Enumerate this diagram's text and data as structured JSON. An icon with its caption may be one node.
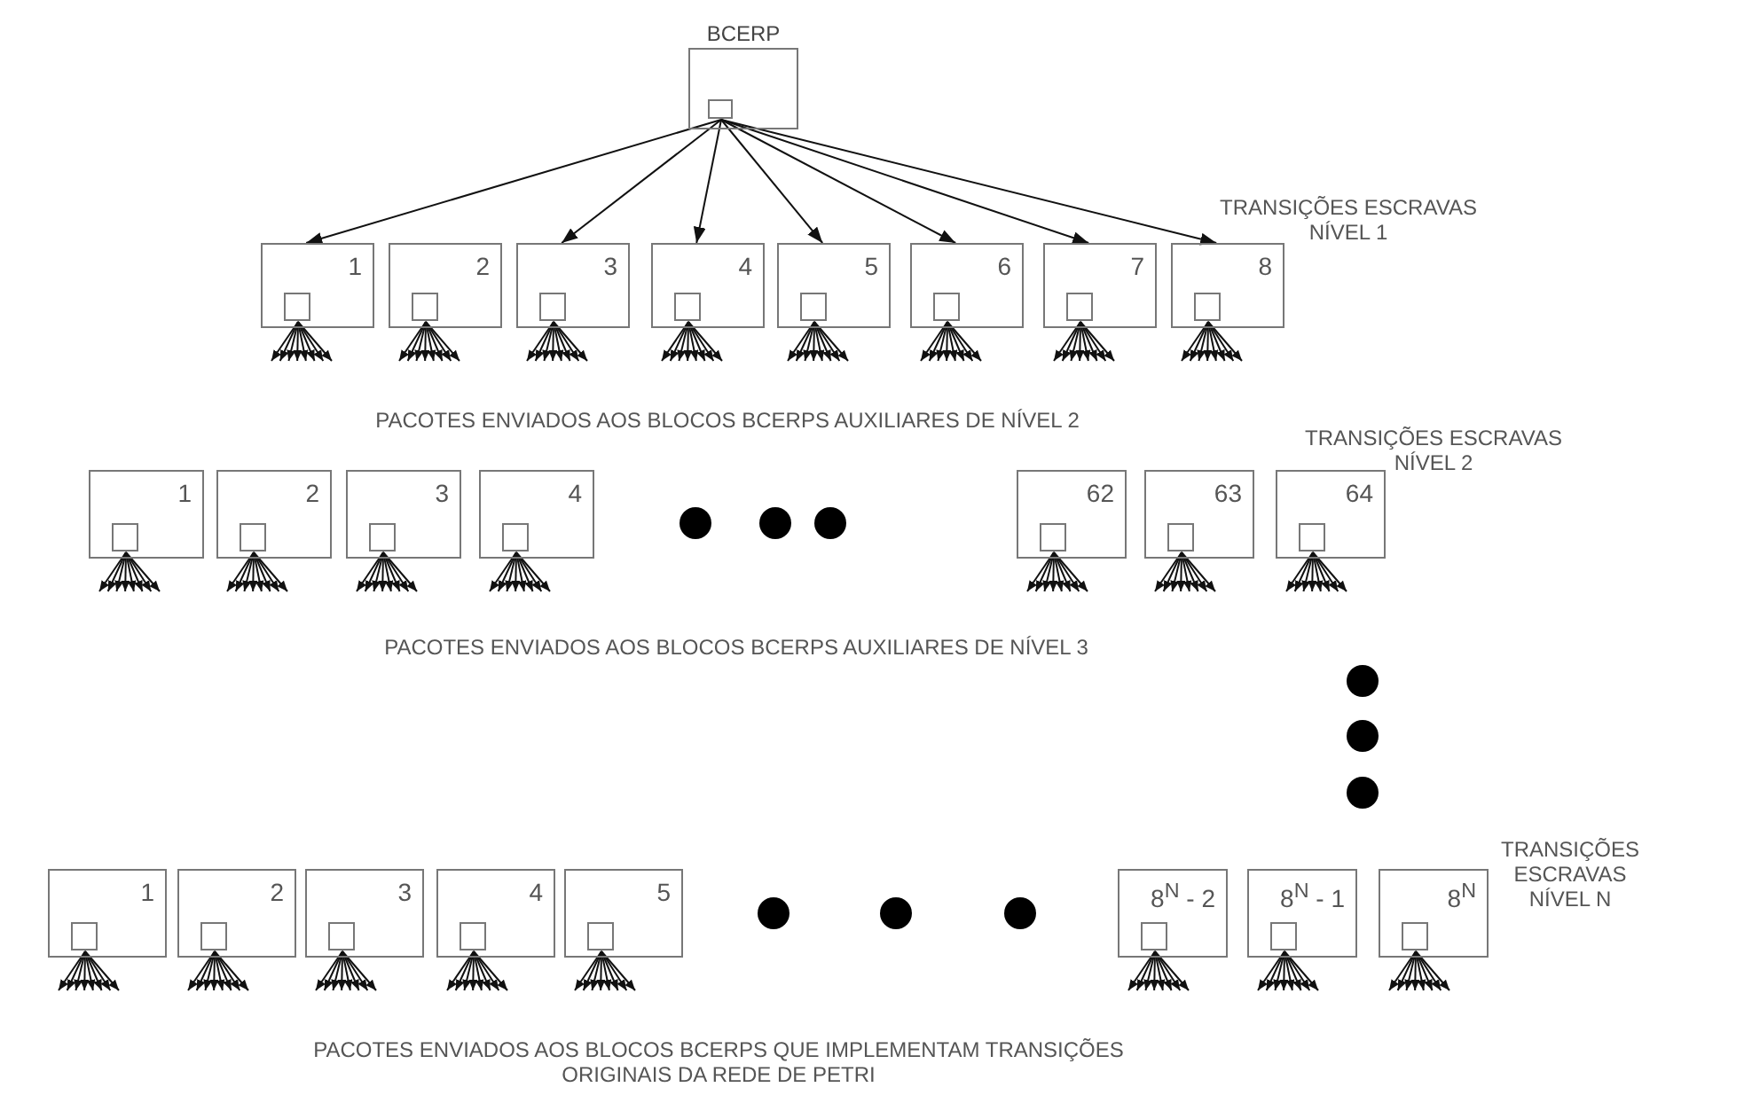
{
  "diagram": {
    "nodes": [
      {
        "text": [
          "BCERP"
        ]
      },
      {
        "text": [],
        "shape": "box",
        "in": 0
      },
      {
        "text": [
          "1"
        ]
      },
      {
        "text": [],
        "shape": "box",
        "in": 2
      },
      {
        "text": [
          "2"
        ]
      },
      {
        "text": [],
        "shape": "box",
        "in": 4
      },
      {
        "text": [
          "3"
        ]
      },
      {
        "text": [],
        "shape": "box",
        "in": 6
      },
      {
        "text": [
          "4"
        ]
      },
      {
        "text": [],
        "shape": "box",
        "in": 8
      },
      {
        "text": [
          "5"
        ]
      },
      {
        "text": [],
        "shape": "box",
        "in": 10
      },
      {
        "text": [
          "6"
        ]
      },
      {
        "text": [],
        "shape": "box",
        "in": 12
      },
      {
        "text": [
          "7"
        ]
      },
      {
        "text": [],
        "shape": "box",
        "in": 14
      },
      {
        "text": [
          "8"
        ]
      },
      {
        "text": [],
        "shape": "box",
        "in": 16
      },
      {
        "text": [
          "1"
        ]
      },
      {
        "text": [],
        "shape": "box",
        "in": 18
      },
      {
        "text": [
          "2"
        ]
      },
      {
        "text": [],
        "shape": "box",
        "in": 20
      },
      {
        "text": [
          "3"
        ]
      },
      {
        "text": [],
        "shape": "box",
        "in": 22
      },
      {
        "text": [
          "4"
        ]
      },
      {
        "text": [],
        "shape": "box",
        "in": 24
      },
      {
        "text": [
          "62"
        ]
      },
      {
        "text": [],
        "shape": "box",
        "in": 26
      },
      {
        "text": [
          "63"
        ]
      },
      {
        "text": [],
        "shape": "box",
        "in": 28
      },
      {
        "text": [
          "64"
        ]
      },
      {
        "text": [],
        "shape": "box",
        "in": 30
      },
      {
        "text": [
          "1"
        ]
      },
      {
        "text": [],
        "shape": "box",
        "in": 32
      },
      {
        "text": [
          "2"
        ]
      },
      {
        "text": [],
        "shape": "box",
        "in": 34
      },
      {
        "text": [
          "3"
        ]
      },
      {
        "text": [],
        "shape": "box",
        "in": 36
      },
      {
        "text": [
          "4"
        ]
      },
      {
        "text": [],
        "shape": "box",
        "in": 38
      },
      {
        "text": [
          "5"
        ]
      },
      {
        "text": [],
        "shape": "box",
        "in": 40
      },
      {
        "text": [
          "8$^{N}$ - 2"
        ]
      },
      {
        "text": [],
        "shape": "box",
        "in": 42
      },
      {
        "text": [
          "8$^{N}$ - 1"
        ]
      },
      {
        "text": [],
        "shape": "box",
        "in": 44
      },
      {
        "text": [
          "8$^{N}$"
        ]
      },
      {
        "text": [],
        "shape": "box",
        "in": 46
      }
    ],
    "edges": [
      {
        "from": 1,
        "to": 2,
        "arrow": "to"
      },
      {
        "from": 1,
        "to": 6,
        "arrow": "to"
      },
      {
        "from": 1,
        "to": 8,
        "arrow": "to"
      },
      {
        "from": 1,
        "to": 10,
        "arrow": "to"
      },
      {
        "from": 1,
        "to": 12,
        "arrow": "to"
      },
      {
        "from": 1,
        "to": 14,
        "arrow": "to"
      },
      {
        "from": 1,
        "to": 16,
        "arrow": "to"
      },
      {
        "from": 3,
        "to": null,
        "arrow": "to"
      },
      {
        "from": 3,
        "to": null,
        "arrow": "to"
      },
      {
        "from": 3,
        "to": null,
        "arrow": "to"
      },
      {
        "from": 3,
        "to": null,
        "arrow": "to"
      },
      {
        "from": 3,
        "to": null,
        "arrow": "to"
      },
      {
        "from": 3,
        "to": null,
        "arrow": "to"
      },
      {
        "from": 3,
        "to": null,
        "arrow": "to"
      },
      {
        "from": 3,
        "to": null,
        "arrow": "to"
      },
      {
        "from": 5,
        "to": null,
        "arrow": "to"
      },
      {
        "from": 5,
        "to": null,
        "arrow": "to"
      },
      {
        "from": 5,
        "to": null,
        "arrow": "to"
      },
      {
        "from": 5,
        "to": null,
        "arrow": "to"
      },
      {
        "from": 5,
        "to": null,
        "arrow": "to"
      },
      {
        "from": 5,
        "to": null,
        "arrow": "to"
      },
      {
        "from": 5,
        "to": null,
        "arrow": "to"
      },
      {
        "from": 5,
        "to": null,
        "arrow": "to"
      },
      {
        "from": 7,
        "to": null,
        "arrow": "to"
      },
      {
        "from": 7,
        "to": null,
        "arrow": "to"
      },
      {
        "from": 7,
        "to": null,
        "arrow": "to"
      },
      {
        "from": 7,
        "to": null,
        "arrow": "to"
      },
      {
        "from": 7,
        "to": null,
        "arrow": "to"
      },
      {
        "from": 7,
        "to": null,
        "arrow": "to"
      },
      {
        "from": 7,
        "to": null,
        "arrow": "to"
      },
      {
        "from": 7,
        "to": null,
        "arrow": "to"
      },
      {
        "from": 9,
        "to": null,
        "arrow": "to"
      },
      {
        "from": 9,
        "to": null,
        "arrow": "to"
      },
      {
        "from": 9,
        "to": null,
        "arrow": "to"
      },
      {
        "from": 9,
        "to": null,
        "arrow": "to"
      },
      {
        "from": 9,
        "to": null,
        "arrow": "to"
      },
      {
        "from": 9,
        "to": null,
        "arrow": "to"
      },
      {
        "from": 9,
        "to": null,
        "arrow": "to"
      },
      {
        "from": 9,
        "to": null,
        "arrow": "to"
      },
      {
        "from": 11,
        "to": null,
        "arrow": "to"
      },
      {
        "from": 11,
        "to": null,
        "arrow": "to"
      },
      {
        "from": 11,
        "to": null,
        "arrow": "to"
      },
      {
        "from": 11,
        "to": null,
        "arrow": "to"
      },
      {
        "from": 11,
        "to": null,
        "arrow": "to"
      },
      {
        "from": 11,
        "to": null,
        "arrow": "to"
      },
      {
        "from": 11,
        "to": null,
        "arrow": "to"
      },
      {
        "from": 11,
        "to": null,
        "arrow": "to"
      },
      {
        "from": 13,
        "to": null,
        "arrow": "to"
      },
      {
        "from": 13,
        "to": null,
        "arrow": "to"
      },
      {
        "from": 13,
        "to": null,
        "arrow": "to"
      },
      {
        "from": 13,
        "to": null,
        "arrow": "to"
      },
      {
        "from": 13,
        "to": null,
        "arrow": "to"
      },
      {
        "from": 13,
        "to": null,
        "arrow": "to"
      },
      {
        "from": 13,
        "to": null,
        "arrow": "to"
      },
      {
        "from": 13,
        "to": null,
        "arrow": "to"
      },
      {
        "from": 15,
        "to": null,
        "arrow": "to"
      },
      {
        "from": 15,
        "to": null,
        "arrow": "to"
      },
      {
        "from": 15,
        "to": null,
        "arrow": "to"
      },
      {
        "from": 15,
        "to": null,
        "arrow": "to"
      },
      {
        "from": 15,
        "to": null,
        "arrow": "to"
      },
      {
        "from": 15,
        "to": null,
        "arrow": "to"
      },
      {
        "from": 15,
        "to": null,
        "arrow": "to"
      },
      {
        "from": 15,
        "to": null,
        "arrow": "to"
      },
      {
        "from": 17,
        "to": null,
        "arrow": "to"
      },
      {
        "from": 17,
        "to": null,
        "arrow": "to"
      },
      {
        "from": 17,
        "to": null,
        "arrow": "to"
      },
      {
        "from": 17,
        "to": null,
        "arrow": "to"
      },
      {
        "from": 17,
        "to": null,
        "arrow": "to"
      },
      {
        "from": 17,
        "to": null,
        "arrow": "to"
      },
      {
        "from": 17,
        "to": null,
        "arrow": "to"
      },
      {
        "from": 17,
        "to": null,
        "arrow": "to"
      },
      {
        "from": 19,
        "to": null,
        "arrow": "to"
      },
      {
        "from": 19,
        "to": null,
        "arrow": "to"
      },
      {
        "from": 19,
        "to": null,
        "arrow": "to"
      },
      {
        "from": 19,
        "to": null,
        "arrow": "to"
      },
      {
        "from": 19,
        "to": null,
        "arrow": "to"
      },
      {
        "from": 19,
        "to": null,
        "arrow": "to"
      },
      {
        "from": 19,
        "to": null,
        "arrow": "to"
      },
      {
        "from": 19,
        "to": null,
        "arrow": "to"
      },
      {
        "from": 21,
        "to": null,
        "arrow": "to"
      },
      {
        "from": 21,
        "to": null,
        "arrow": "to"
      },
      {
        "from": 21,
        "to": null,
        "arrow": "to"
      },
      {
        "from": 21,
        "to": null,
        "arrow": "to"
      },
      {
        "from": 21,
        "to": null,
        "arrow": "to"
      },
      {
        "from": 21,
        "to": null,
        "arrow": "to"
      },
      {
        "from": 21,
        "to": null,
        "arrow": "to"
      },
      {
        "from": 21,
        "to": null,
        "arrow": "to"
      },
      {
        "from": 23,
        "to": null,
        "arrow": "to"
      },
      {
        "from": 23,
        "to": null,
        "arrow": "to"
      },
      {
        "from": 23,
        "to": null,
        "arrow": "to"
      },
      {
        "from": 23,
        "to": null,
        "arrow": "to"
      },
      {
        "from": 23,
        "to": null,
        "arrow": "to"
      },
      {
        "from": 23,
        "to": null,
        "arrow": "to"
      },
      {
        "from": 23,
        "to": null,
        "arrow": "to"
      },
      {
        "from": 23,
        "to": null,
        "arrow": "to"
      },
      {
        "from": 25,
        "to": null,
        "arrow": "to"
      },
      {
        "from": 25,
        "to": null,
        "arrow": "to"
      },
      {
        "from": 25,
        "to": null,
        "arrow": "to"
      },
      {
        "from": 25,
        "to": null,
        "arrow": "to"
      },
      {
        "from": 25,
        "to": null,
        "arrow": "to"
      },
      {
        "from": 25,
        "to": null,
        "arrow": "to"
      },
      {
        "from": 25,
        "to": null,
        "arrow": "to"
      },
      {
        "from": 25,
        "to": null,
        "arrow": "to"
      },
      {
        "from": 27,
        "to": null,
        "arrow": "to"
      },
      {
        "from": 27,
        "to": null,
        "arrow": "to"
      },
      {
        "from": 27,
        "to": null,
        "arrow": "to"
      },
      {
        "from": 27,
        "to": null,
        "arrow": "to"
      },
      {
        "from": 27,
        "to": null,
        "arrow": "to"
      },
      {
        "from": 27,
        "to": null,
        "arrow": "to"
      },
      {
        "from": 27,
        "to": null,
        "arrow": "to"
      },
      {
        "from": 27,
        "to": null,
        "arrow": "to"
      },
      {
        "from": 29,
        "to": null,
        "arrow": "to"
      },
      {
        "from": 29,
        "to": null,
        "arrow": "to"
      },
      {
        "from": 29,
        "to": null,
        "arrow": "to"
      },
      {
        "from": 29,
        "to": null,
        "arrow": "to"
      },
      {
        "from": 29,
        "to": null,
        "arrow": "to"
      },
      {
        "from": 29,
        "to": null,
        "arrow": "to"
      },
      {
        "from": 29,
        "to": null,
        "arrow": "to"
      },
      {
        "from": 29,
        "to": null,
        "arrow": "to"
      },
      {
        "from": 31,
        "to": null,
        "arrow": "to"
      },
      {
        "from": 31,
        "to": null,
        "arrow": "to"
      },
      {
        "from": 31,
        "to": null,
        "arrow": "to"
      },
      {
        "from": 31,
        "to": null,
        "arrow": "to"
      },
      {
        "from": 31,
        "to": null,
        "arrow": "to"
      },
      {
        "from": 31,
        "to": null,
        "arrow": "to"
      },
      {
        "from": 31,
        "to": null,
        "arrow": "to"
      },
      {
        "from": 31,
        "to": null,
        "arrow": "to"
      },
      {
        "from": 33,
        "to": null,
        "arrow": "to"
      },
      {
        "from": 33,
        "to": null,
        "arrow": "to"
      },
      {
        "from": 33,
        "to": null,
        "arrow": "to"
      },
      {
        "from": 33,
        "to": null,
        "arrow": "to"
      },
      {
        "from": 33,
        "to": null,
        "arrow": "to"
      },
      {
        "from": 33,
        "to": null,
        "arrow": "to"
      },
      {
        "from": 33,
        "to": null,
        "arrow": "to"
      },
      {
        "from": 33,
        "to": null,
        "arrow": "to"
      },
      {
        "from": 35,
        "to": null,
        "arrow": "to"
      },
      {
        "from": 35,
        "to": null,
        "arrow": "to"
      },
      {
        "from": 35,
        "to": null,
        "arrow": "to"
      },
      {
        "from": 35,
        "to": null,
        "arrow": "to"
      },
      {
        "from": 35,
        "to": null,
        "arrow": "to"
      },
      {
        "from": 35,
        "to": null,
        "arrow": "to"
      },
      {
        "from": 35,
        "to": null,
        "arrow": "to"
      },
      {
        "from": 35,
        "to": null,
        "arrow": "to"
      },
      {
        "from": 37,
        "to": null,
        "arrow": "to"
      },
      {
        "from": 37,
        "to": null,
        "arrow": "to"
      },
      {
        "from": 37,
        "to": null,
        "arrow": "to"
      },
      {
        "from": 37,
        "to": null,
        "arrow": "to"
      },
      {
        "from": 37,
        "to": null,
        "arrow": "to"
      },
      {
        "from": 37,
        "to": null,
        "arrow": "to"
      },
      {
        "from": 37,
        "to": null,
        "arrow": "to"
      },
      {
        "from": 37,
        "to": null,
        "arrow": "to"
      },
      {
        "from": 39,
        "to": null,
        "arrow": "to"
      },
      {
        "from": 39,
        "to": null,
        "arrow": "to"
      },
      {
        "from": 39,
        "to": null,
        "arrow": "to"
      },
      {
        "from": 39,
        "to": null,
        "arrow": "to"
      },
      {
        "from": 39,
        "to": null,
        "arrow": "to"
      },
      {
        "from": 39,
        "to": null,
        "arrow": "to"
      },
      {
        "from": 39,
        "to": null,
        "arrow": "to"
      },
      {
        "from": 39,
        "to": null,
        "arrow": "to"
      },
      {
        "from": 41,
        "to": null,
        "arrow": "to"
      },
      {
        "from": 41,
        "to": null,
        "arrow": "to"
      },
      {
        "from": 41,
        "to": null,
        "arrow": "to"
      },
      {
        "from": 41,
        "to": null,
        "arrow": "to"
      },
      {
        "from": 41,
        "to": null,
        "arrow": "to"
      },
      {
        "from": 41,
        "to": null,
        "arrow": "to"
      },
      {
        "from": 41,
        "to": null,
        "arrow": "to"
      },
      {
        "from": 41,
        "to": null,
        "arrow": "to"
      },
      {
        "from": 43,
        "to": null,
        "arrow": "to"
      },
      {
        "from": 43,
        "to": null,
        "arrow": "to"
      },
      {
        "from": 43,
        "to": null,
        "arrow": "to"
      },
      {
        "from": 43,
        "to": null,
        "arrow": "to"
      },
      {
        "from": 43,
        "to": null,
        "arrow": "to"
      },
      {
        "from": 43,
        "to": null,
        "arrow": "to"
      },
      {
        "from": 43,
        "to": null,
        "arrow": "to"
      },
      {
        "from": 43,
        "to": null,
        "arrow": "to"
      },
      {
        "from": 45,
        "to": null,
        "arrow": "to"
      },
      {
        "from": 45,
        "to": null,
        "arrow": "to"
      },
      {
        "from": 45,
        "to": null,
        "arrow": "to"
      },
      {
        "from": 45,
        "to": null,
        "arrow": "to"
      },
      {
        "from": 45,
        "to": null,
        "arrow": "to"
      },
      {
        "from": 45,
        "to": null,
        "arrow": "to"
      },
      {
        "from": 45,
        "to": null,
        "arrow": "to"
      },
      {
        "from": 45,
        "to": null,
        "arrow": "to"
      },
      {
        "from": 47,
        "to": null,
        "arrow": "to"
      },
      {
        "from": 47,
        "to": null,
        "arrow": "to"
      },
      {
        "from": 47,
        "to": null,
        "arrow": "to"
      },
      {
        "from": 47,
        "to": null,
        "arrow": "to"
      },
      {
        "from": 47,
        "to": null,
        "arrow": "to"
      },
      {
        "from": 47,
        "to": null,
        "arrow": "to"
      },
      {
        "from": 47,
        "to": null,
        "arrow": "to"
      },
      {
        "from": 47,
        "to": null,
        "arrow": "to"
      }
    ],
    "labels": [
      "TRANSIÇÕES ESCRAVAS NÍVEL 1",
      "PACOTES ENVIADOS AOS BLOCOS BCERPS AUXILIARES DE NÍVEL 2",
      "TRANSIÇÕES ESCRAVAS NÍVEL 2",
      "PACOTES ENVIADOS AOS BLOCOS BCERPS AUXILIARES DE NÍVEL 3",
      "TRANSIÇÕES ESCRAVAS NÍVEL N",
      "PACOTES ENVIADOS AOS BLOCOS BCERPS QUE IMPLEMENTAM TRANSIÇÕES ORIGINAIS DA REDE DE PETRI"
    ]
  }
}
